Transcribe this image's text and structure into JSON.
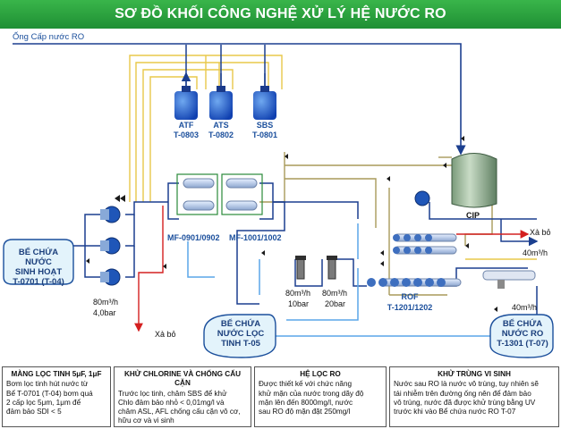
{
  "title": "SƠ ĐỒ KHỐI CÔNG NGHỆ XỬ LÝ HỆ NƯỚC RO",
  "pipe_label": "Ống Cấp nước RO",
  "dosing": [
    {
      "name": "ATF",
      "code": "T-0803"
    },
    {
      "name": "ATS",
      "code": "T-0802"
    },
    {
      "name": "SBS",
      "code": "T-0801"
    }
  ],
  "cip_label": "CIP",
  "source_tank": {
    "line1": "BỂ CHỨA NƯỚC",
    "line2": "SINH HOẠT",
    "line3": "T-0701 (T-04)"
  },
  "pump_flow": "80m³/h",
  "pump_pressure": "4,0bar",
  "filter_label": "MF-0901/0902",
  "filter_label2": "MF-1001/1002",
  "drain_left": "Xả bỏ",
  "drain_right": "Xả bỏ",
  "hp1": {
    "flow": "80m³/h",
    "pressure": "10bar"
  },
  "hp2": {
    "flow": "80m³/h",
    "pressure": "20bar"
  },
  "rof": {
    "name": "ROF",
    "code": "T-1201/1202"
  },
  "fine_tank": {
    "line1": "BỂ CHỨA",
    "line2": "NƯỚC LỌC",
    "line3": "TINH T-05"
  },
  "permeate_flow1": "40m³/h",
  "permeate_flow2": "40m³/h",
  "ro_tank": {
    "line1": "BỂ CHỨA",
    "line2": "NƯỚC RO",
    "line3": "T-1301 (T-07)"
  },
  "info_boxes": [
    {
      "title": "MÀNG LỌC TINH 5μF, 1μF",
      "body": [
        "Bơm lọc tinh hút nước từ",
        "Bể T-0701 (T-04) bơm quá",
        "2 cấp lọc 5μm, 1μm để",
        "đảm bảo SDI < 5"
      ]
    },
    {
      "title": "KHỬ CHLORINE VÀ CHỐNG CẤU CẶN",
      "body": [
        "Trước lọc tinh, châm SBS để khử",
        "Chlo đảm bảo nhỏ < 0,01mg/l và",
        "châm ASL, AFL chống cấu cặn vô cơ,",
        "hữu cơ và vi sinh"
      ]
    },
    {
      "title": "HỆ LỌC RO",
      "body": [
        "Được thiết kế với chức năng",
        "khử mặn của nước trong dãy độ",
        "mặn lên đến 8000mg/l, nước",
        "sau RO độ mặn đặt 250mg/l"
      ]
    },
    {
      "title": "KHỬ TRÙNG VI SINH",
      "body": [
        "Nước sau RO là nước vô trùng, tuy nhiên sẽ",
        "tái nhiễm trên đường ống nên để đảm bảo",
        "vô trùng, nước đã được khử trùng bằng UV",
        "trước khi vào Bể chứa nước RO T-07"
      ]
    }
  ]
}
